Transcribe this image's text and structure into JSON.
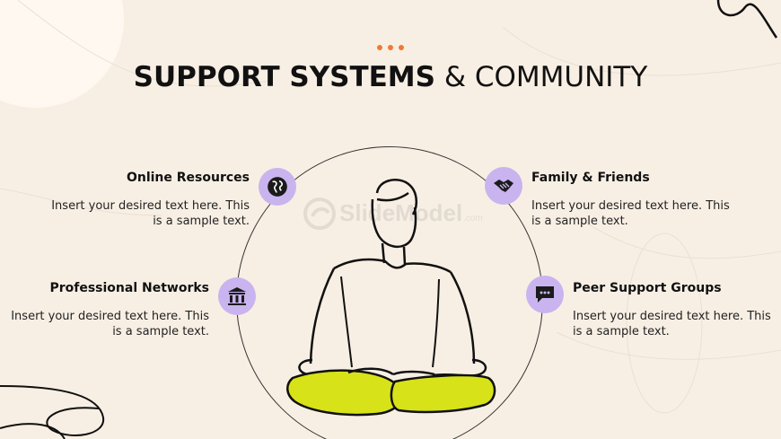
{
  "title": {
    "bold": "SUPPORT SYSTEMS",
    "rest": "& COMMUNITY"
  },
  "items": {
    "online_resources": {
      "title": "Online Resources",
      "body": "Insert your desired text here. This is a sample text.",
      "icon": "globe-icon"
    },
    "family_friends": {
      "title": "Family & Friends",
      "body": "Insert your desired text here. This is a sample text.",
      "icon": "handshake-icon"
    },
    "professional_networks": {
      "title": "Professional Networks",
      "body": "Insert your desired text here. This is a sample text.",
      "icon": "building-icon"
    },
    "peer_support": {
      "title": "Peer Support Groups",
      "body": "Insert your desired text here. This is a sample text.",
      "icon": "chat-icon"
    }
  },
  "watermark": "SlideModel.com",
  "colors": {
    "background": "#f8efe4",
    "accent": "#f07a32",
    "icon_bg": "#c9b4ef",
    "leg_fill": "#d7e219"
  }
}
